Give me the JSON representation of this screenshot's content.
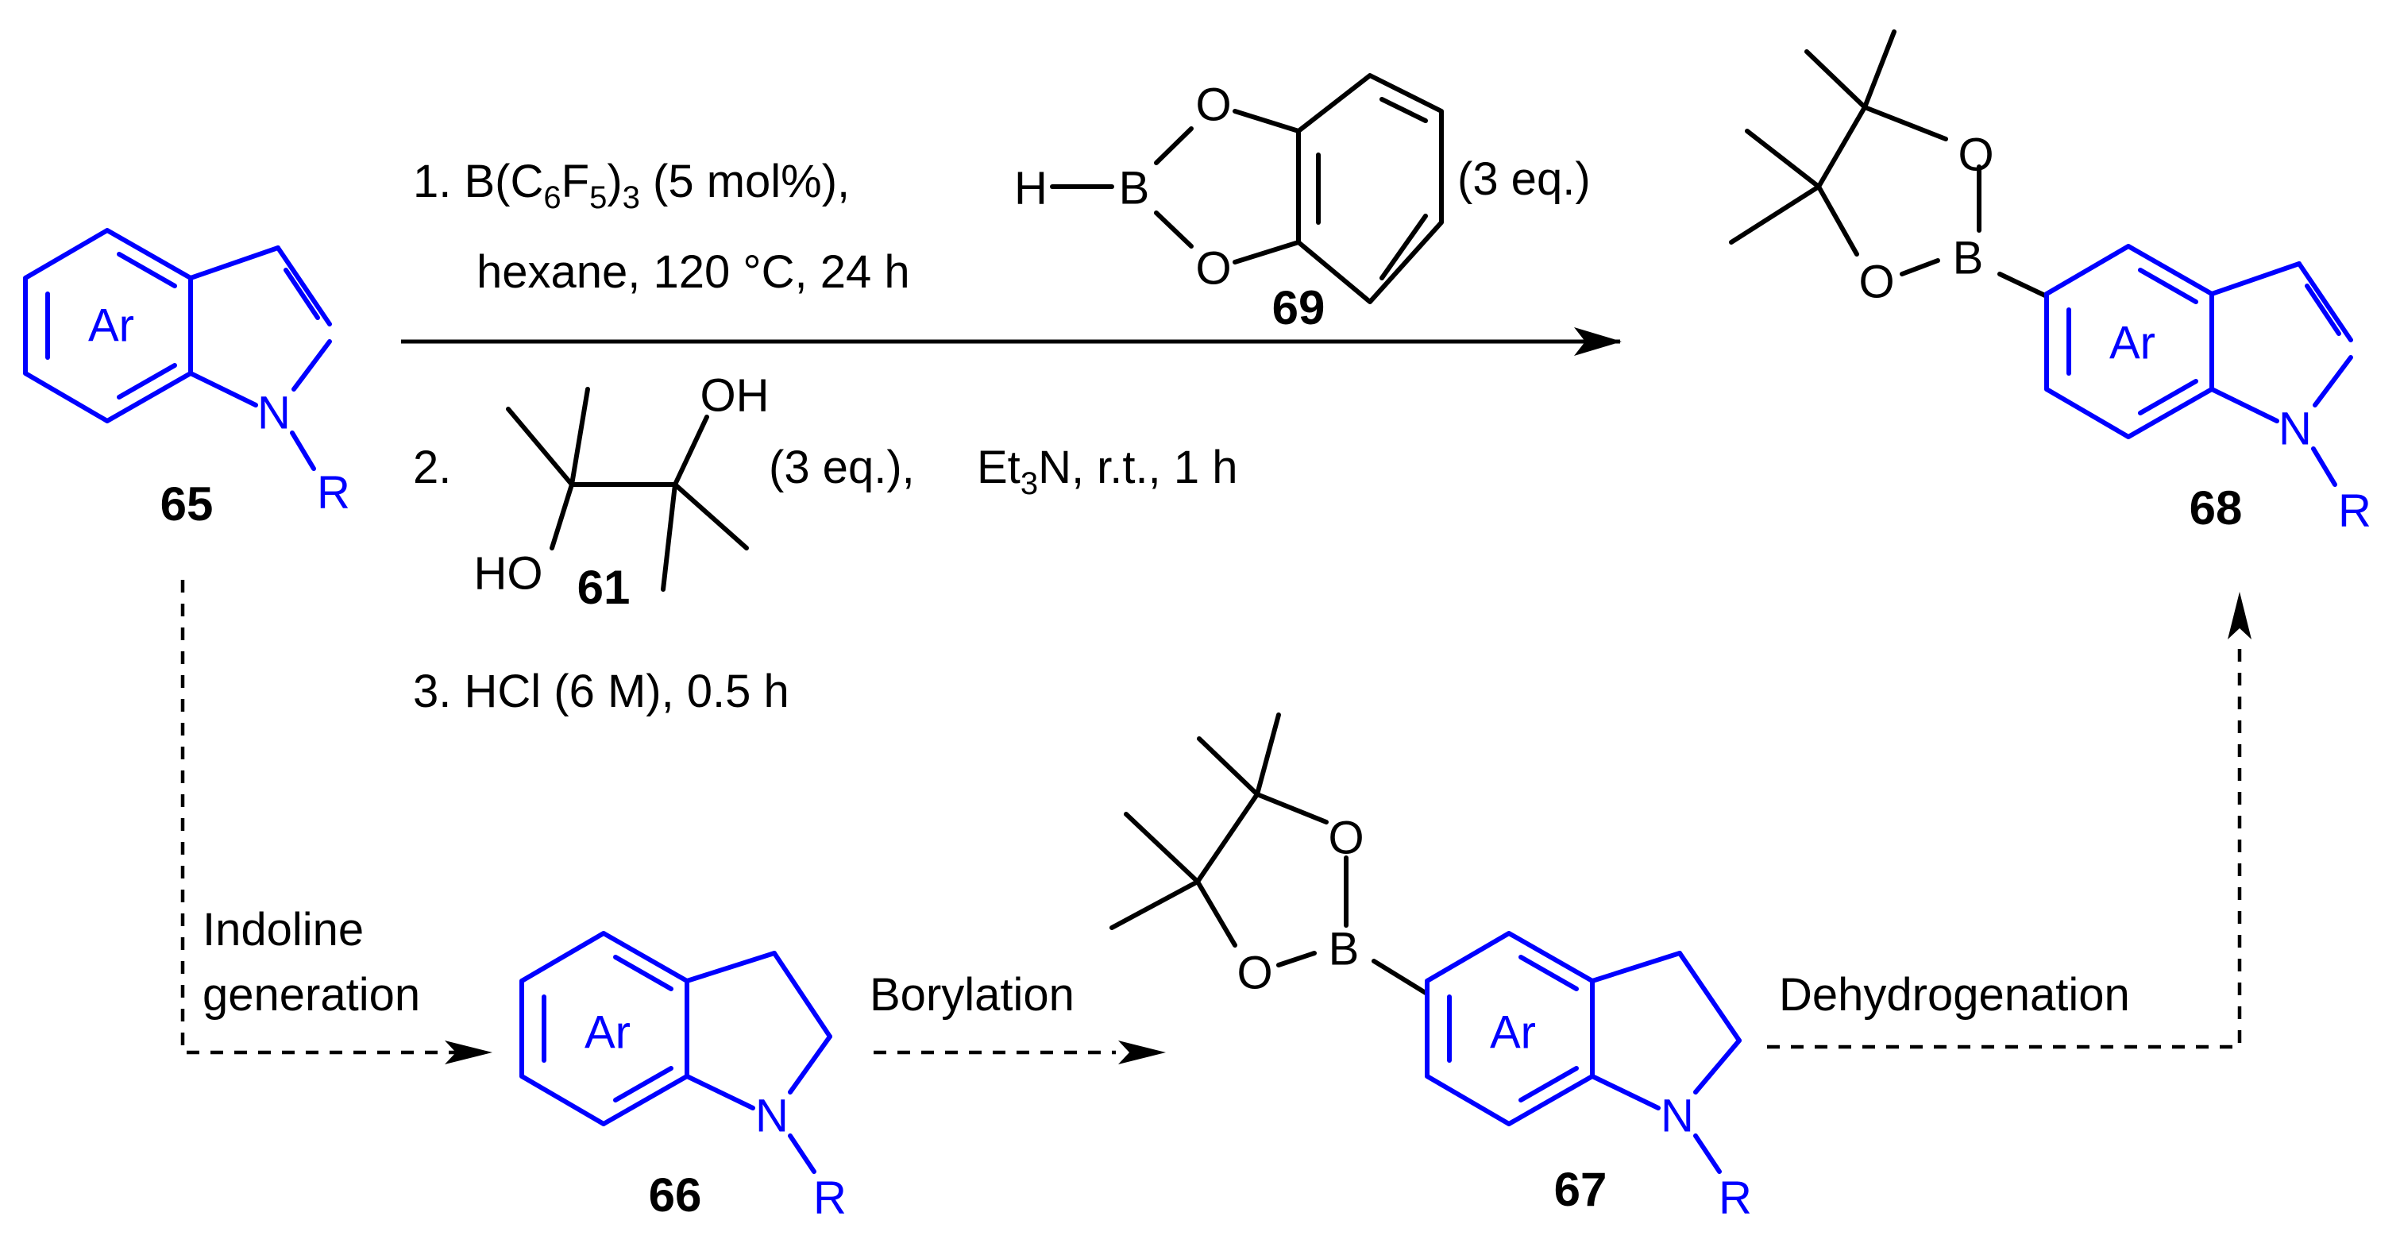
{
  "colors": {
    "structure_core": "#0000ff",
    "structure_other": "#000000",
    "background": "#ffffff"
  },
  "compounds": {
    "c65": {
      "label": "65",
      "ring": "Ar",
      "n": "N",
      "r": "R"
    },
    "c66": {
      "label": "66",
      "ring": "Ar",
      "n": "N",
      "r": "R"
    },
    "c67": {
      "label": "67",
      "ring": "Ar",
      "n": "N",
      "r": "R",
      "b": "B",
      "o1": "O",
      "o2": "O"
    },
    "c68": {
      "label": "68",
      "ring": "Ar",
      "n": "N",
      "r": "R",
      "b": "B",
      "o1": "O",
      "o2": "O"
    },
    "c69": {
      "label": "69",
      "h": "H",
      "b": "B",
      "o1": "O",
      "o2": "O"
    },
    "c61": {
      "label": "61",
      "oh": "OH",
      "ho": "HO"
    }
  },
  "conditions": {
    "step1": {
      "num": "1.",
      "reagent_pre": "B(C",
      "sub1": "6",
      "mid": "F",
      "sub2": "5",
      "close": ")",
      "sub3": "3",
      "reagent_post": " (5 mol%),",
      "line2": "hexane, 120 °C, 24 h",
      "equiv": "(3 eq.)"
    },
    "step2": {
      "num": "2.",
      "equiv": "(3 eq.),",
      "base_pre": "Et",
      "base_sub": "3",
      "base_post": "N, r.t., 1 h"
    },
    "step3": "3. HCl (6 M), 0.5 h"
  },
  "pathway": {
    "indoline_generation_line1": "Indoline",
    "indoline_generation_line2": "generation",
    "borylation": "Borylation",
    "dehydrogenation": "Dehydrogenation"
  }
}
